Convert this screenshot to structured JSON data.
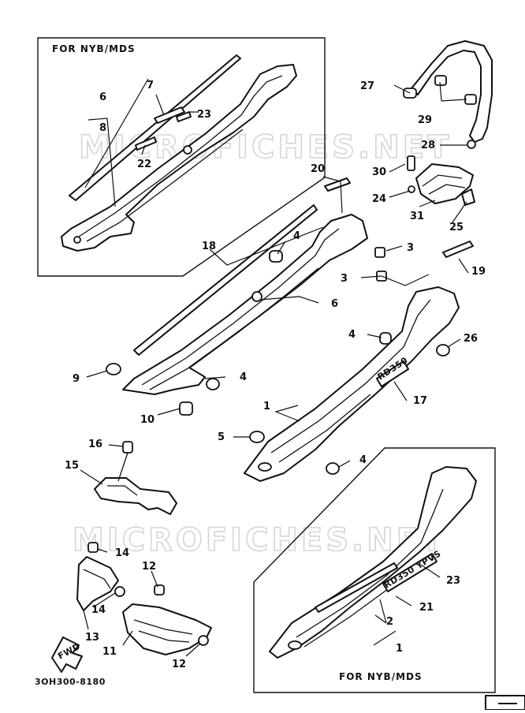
{
  "box_top_title": "FOR NYB/MDS",
  "box_bottom_title": "FOR NYB/MDS",
  "watermark": "MICROFICHES.NET",
  "diagram_code": "3OH300-8180",
  "fwd_label": "FWD",
  "decal_text_1": "RD350",
  "decal_text_2": "RD350 YPVS",
  "callouts": {
    "c1": "1",
    "c1b": "1",
    "c2": "2",
    "c3a": "3",
    "c3b": "3",
    "c4a": "4",
    "c4b": "4",
    "c4c": "4",
    "c4d": "4",
    "c5": "5",
    "c6a": "6",
    "c6b": "6",
    "c7": "7",
    "c8": "8",
    "c9": "9",
    "c10": "10",
    "c11": "11",
    "c12a": "12",
    "c12b": "12",
    "c13": "13",
    "c14a": "14",
    "c14b": "14",
    "c15": "15",
    "c16": "16",
    "c17": "17",
    "c18": "18",
    "c19": "19",
    "c20": "20",
    "c21": "21",
    "c22": "22",
    "c23a": "23",
    "c23b": "23",
    "c24": "24",
    "c25": "25",
    "c26": "26",
    "c27": "27",
    "c28": "28",
    "c29": "29",
    "c30": "30",
    "c31": "31"
  }
}
